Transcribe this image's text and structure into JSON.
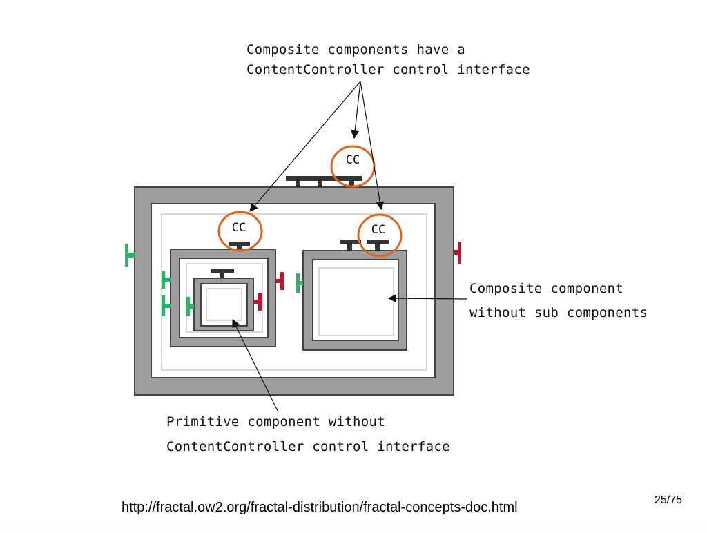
{
  "annotations": {
    "top_line1": "Composite components have a",
    "top_line2": "ContentController control interface",
    "right_line1": "Composite component",
    "right_line2": "without sub components",
    "bottom_line1": "Primitive component without",
    "bottom_line2": "ContentController control interface"
  },
  "cc_labels": [
    "CC",
    "CC",
    "CC"
  ],
  "footer": {
    "url": "http://fractal.ow2.org/fractal-distribution/fractal-concepts-doc.html",
    "page": "25/75"
  },
  "colors": {
    "frame_gray": "#9e9e9e",
    "border": "#444444",
    "inner_line": "#d6d6d6",
    "cc_circle": "#e0651e",
    "server_interface": "#28b463",
    "client_interface": "#c0122b",
    "control_interface": "#333333"
  }
}
